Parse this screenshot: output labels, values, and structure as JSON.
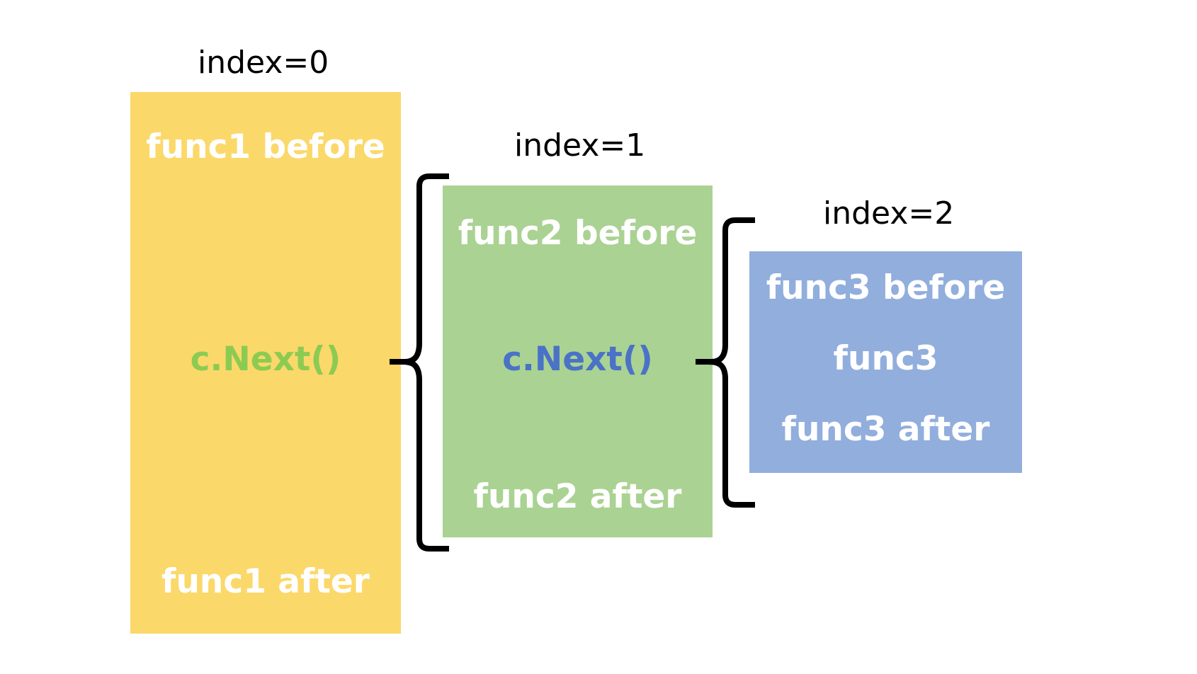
{
  "frames": [
    {
      "index_label": "index=0",
      "before": "func1 before",
      "call": "c.Next()",
      "after": "func1 after",
      "color": "#fbd86a",
      "call_color": "#8ccb52"
    },
    {
      "index_label": "index=1",
      "before": "func2 before",
      "call": "c.Next()",
      "after": "func2 after",
      "color": "#aad293",
      "call_color": "#4a72c6"
    },
    {
      "index_label": "index=2",
      "before": "func3 before",
      "body": "func3",
      "after": "func3 after",
      "color": "#91aedd"
    }
  ],
  "text_color": "#ffffff",
  "brace_color": "#000000"
}
